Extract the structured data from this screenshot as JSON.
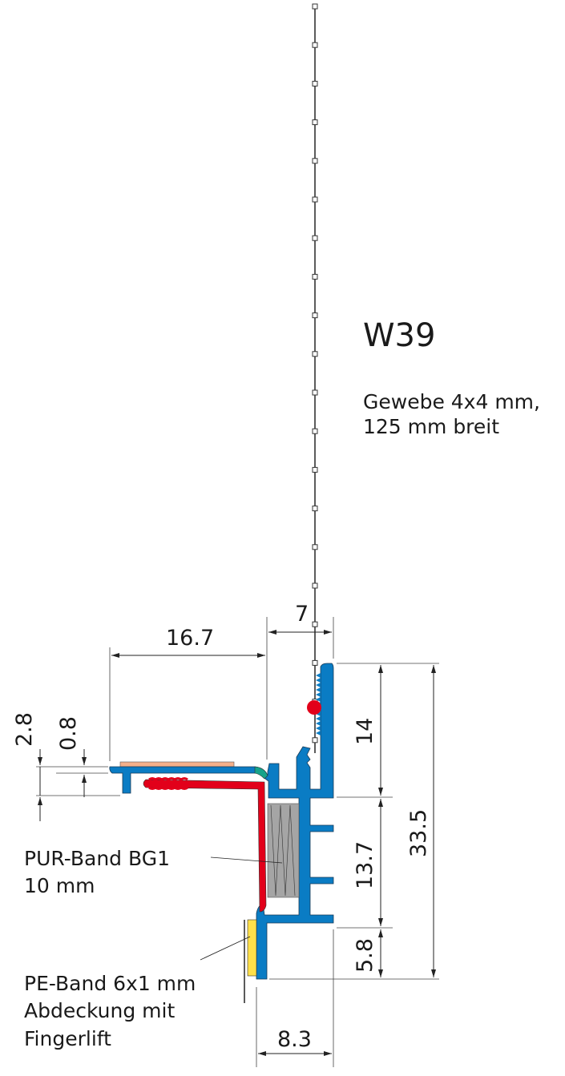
{
  "title": "W39",
  "description_lines": [
    "Gewebe 4x4 mm,",
    "125 mm breit"
  ],
  "labels": {
    "pur": [
      "PUR-Band BG1",
      "10 mm"
    ],
    "pe": [
      "PE-Band 6x1 mm",
      "Abdeckung mit",
      "Fingerlift"
    ]
  },
  "dimensions": {
    "d16_7": "16.7",
    "d7": "7",
    "d14": "14",
    "d13_7": "13.7",
    "d5_8": "5.8",
    "d33_5": "33.5",
    "d8_3": "8.3",
    "d2_8": "2.8",
    "d0_8": "0.8"
  },
  "colors": {
    "profile": "#0a7cc4",
    "red_strip": "#e2001a",
    "foam": "#a5a5a5",
    "pe_band": "#ffe04a",
    "cover": "#f4b08a",
    "joint": "#16a38a"
  }
}
